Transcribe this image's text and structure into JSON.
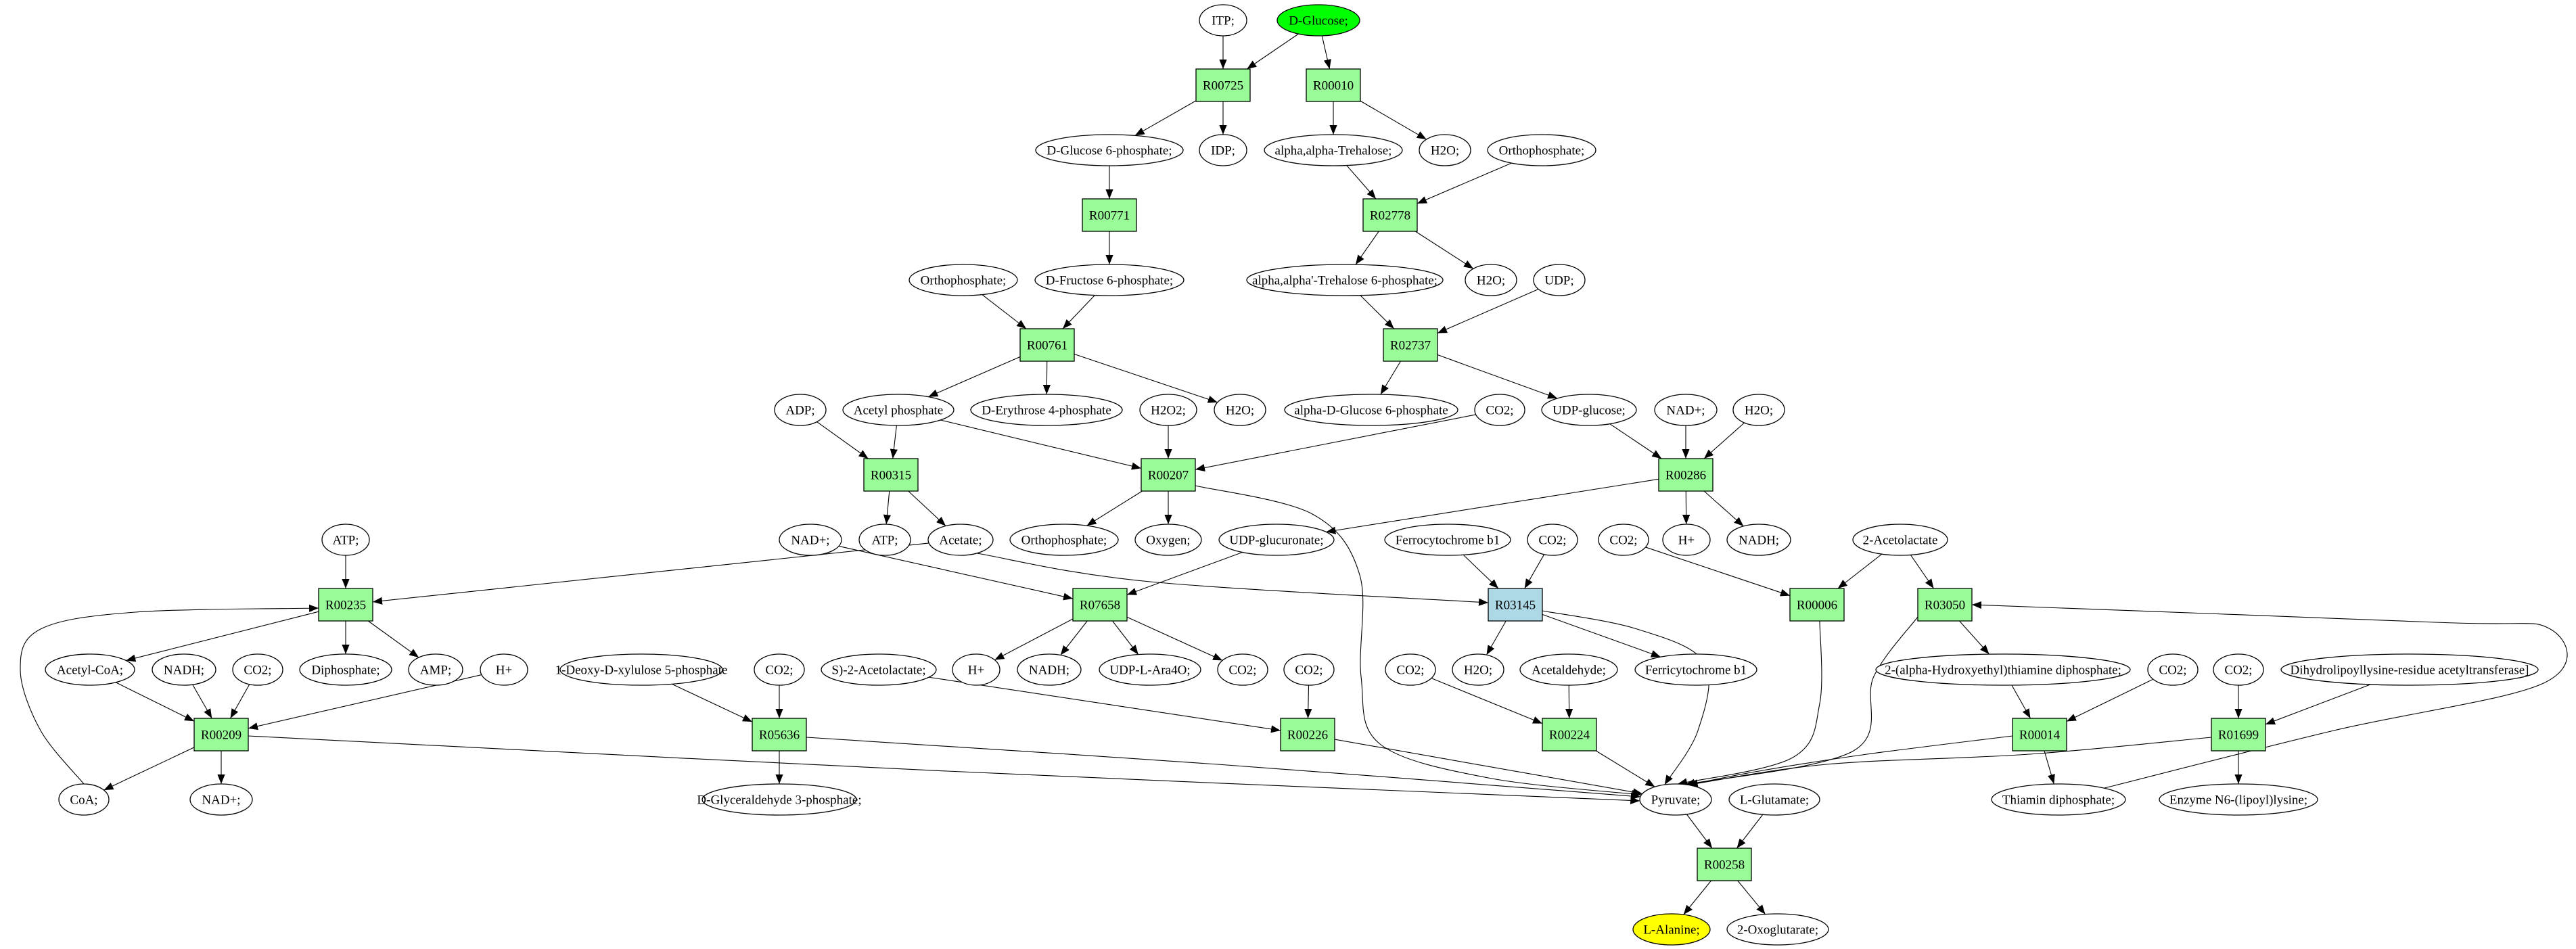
{
  "diagram": {
    "type": "metabolic-pathway-graph",
    "colors": {
      "reaction_fill": "#98FB98",
      "reaction_highlight_fill": "#ADD8E6",
      "compound_fill": "#FFFFFF",
      "source_fill": "#00FF00",
      "target_fill": "#FFFF00",
      "stroke": "#000000"
    },
    "nodes": [
      {
        "id": "itp",
        "label": "ITP;",
        "kind": "compound"
      },
      {
        "id": "dglucose",
        "label": "D-Glucose;",
        "kind": "source"
      },
      {
        "id": "R00725",
        "label": "R00725",
        "kind": "reaction"
      },
      {
        "id": "R00010",
        "label": "R00010",
        "kind": "reaction"
      },
      {
        "id": "dg6p",
        "label": "D-Glucose 6-phosphate;",
        "kind": "compound"
      },
      {
        "id": "idp",
        "label": "IDP;",
        "kind": "compound"
      },
      {
        "id": "trehalose",
        "label": "alpha,alpha-Trehalose;",
        "kind": "compound"
      },
      {
        "id": "h2o_1",
        "label": "H2O;",
        "kind": "compound"
      },
      {
        "id": "ortho_1",
        "label": "Orthophosphate;",
        "kind": "compound"
      },
      {
        "id": "R00771",
        "label": "R00771",
        "kind": "reaction"
      },
      {
        "id": "R02778",
        "label": "R02778",
        "kind": "reaction"
      },
      {
        "id": "ortho_2",
        "label": "Orthophosphate;",
        "kind": "compound"
      },
      {
        "id": "df6p",
        "label": "D-Fructose 6-phosphate;",
        "kind": "compound"
      },
      {
        "id": "tre6p",
        "label": "alpha,alpha'-Trehalose 6-phosphate;",
        "kind": "compound"
      },
      {
        "id": "h2o_2",
        "label": "H2O;",
        "kind": "compound"
      },
      {
        "id": "udp",
        "label": "UDP;",
        "kind": "compound"
      },
      {
        "id": "R00761",
        "label": "R00761",
        "kind": "reaction"
      },
      {
        "id": "R02737",
        "label": "R02737",
        "kind": "reaction"
      },
      {
        "id": "adp",
        "label": "ADP;",
        "kind": "compound"
      },
      {
        "id": "acetylp",
        "label": "Acetyl phosphate",
        "kind": "compound"
      },
      {
        "id": "de4p",
        "label": "D-Erythrose 4-phosphate",
        "kind": "compound"
      },
      {
        "id": "h2o2",
        "label": "H2O2;",
        "kind": "compound"
      },
      {
        "id": "h2o_3",
        "label": "H2O;",
        "kind": "compound"
      },
      {
        "id": "adg6p",
        "label": "alpha-D-Glucose 6-phosphate",
        "kind": "compound"
      },
      {
        "id": "co2_1",
        "label": "CO2;",
        "kind": "compound"
      },
      {
        "id": "udpglc",
        "label": "UDP-glucose;",
        "kind": "compound"
      },
      {
        "id": "nadp_1",
        "label": "NAD+;",
        "kind": "compound"
      },
      {
        "id": "h2o_4",
        "label": "H2O;",
        "kind": "compound"
      },
      {
        "id": "R00315",
        "label": "R00315",
        "kind": "reaction"
      },
      {
        "id": "R00207",
        "label": "R00207",
        "kind": "reaction"
      },
      {
        "id": "R00286",
        "label": "R00286",
        "kind": "reaction"
      },
      {
        "id": "atp_1",
        "label": "ATP;",
        "kind": "compound"
      },
      {
        "id": "nadp_2",
        "label": "NAD+;",
        "kind": "compound"
      },
      {
        "id": "atp_2",
        "label": "ATP;",
        "kind": "compound"
      },
      {
        "id": "acetate",
        "label": "Acetate;",
        "kind": "compound"
      },
      {
        "id": "ortho_3",
        "label": "Orthophosphate;",
        "kind": "compound"
      },
      {
        "id": "oxygen",
        "label": "Oxygen;",
        "kind": "compound"
      },
      {
        "id": "udpglcA",
        "label": "UDP-glucuronate;",
        "kind": "compound"
      },
      {
        "id": "ferrocyt",
        "label": "Ferrocytochrome b1",
        "kind": "compound"
      },
      {
        "id": "co2_2",
        "label": "CO2;",
        "kind": "compound"
      },
      {
        "id": "co2_3",
        "label": "CO2;",
        "kind": "compound"
      },
      {
        "id": "hplus_1",
        "label": "H+",
        "kind": "compound"
      },
      {
        "id": "nadh_1",
        "label": "NADH;",
        "kind": "compound"
      },
      {
        "id": "acetolac",
        "label": "2-Acetolactate",
        "kind": "compound"
      },
      {
        "id": "R00235",
        "label": "R00235",
        "kind": "reaction"
      },
      {
        "id": "R07658",
        "label": "R07658",
        "kind": "reaction"
      },
      {
        "id": "R03145",
        "label": "R03145",
        "kind": "reaction_highlight"
      },
      {
        "id": "R00006",
        "label": "R00006",
        "kind": "reaction"
      },
      {
        "id": "R03050",
        "label": "R03050",
        "kind": "reaction"
      },
      {
        "id": "acetylcoa",
        "label": "Acetyl-CoA;",
        "kind": "compound"
      },
      {
        "id": "nadh_2",
        "label": "NADH;",
        "kind": "compound"
      },
      {
        "id": "co2_4",
        "label": "CO2;",
        "kind": "compound"
      },
      {
        "id": "diphos",
        "label": "Diphosphate;",
        "kind": "compound"
      },
      {
        "id": "amp",
        "label": "AMP;",
        "kind": "compound"
      },
      {
        "id": "hplus_2",
        "label": "H+",
        "kind": "compound"
      },
      {
        "id": "dxp",
        "label": "1-Deoxy-D-xylulose 5-phosphate",
        "kind": "compound"
      },
      {
        "id": "co2_5",
        "label": "CO2;",
        "kind": "compound"
      },
      {
        "id": "sacetolac",
        "label": "S)-2-Acetolactate;",
        "kind": "compound"
      },
      {
        "id": "hplus_3",
        "label": "H+",
        "kind": "compound"
      },
      {
        "id": "nadh_3",
        "label": "NADH;",
        "kind": "compound"
      },
      {
        "id": "udpara",
        "label": "UDP-L-Ara4O;",
        "kind": "compound"
      },
      {
        "id": "co2_6",
        "label": "CO2;",
        "kind": "compound"
      },
      {
        "id": "co2_7",
        "label": "CO2;",
        "kind": "compound"
      },
      {
        "id": "co2_8",
        "label": "CO2;",
        "kind": "compound"
      },
      {
        "id": "h2o_5",
        "label": "H2O;",
        "kind": "compound"
      },
      {
        "id": "acetald",
        "label": "Acetaldehyde;",
        "kind": "compound"
      },
      {
        "id": "ferricyt",
        "label": "Ferricytochrome b1",
        "kind": "compound"
      },
      {
        "id": "hetpp",
        "label": "2-(alpha-Hydroxyethyl)thiamine diphosphate;",
        "kind": "compound"
      },
      {
        "id": "co2_9",
        "label": "CO2;",
        "kind": "compound"
      },
      {
        "id": "co2_10",
        "label": "CO2;",
        "kind": "compound"
      },
      {
        "id": "dihydro",
        "label": "Dihydrolipoyllysine-residue acetyltransferase]",
        "kind": "compound"
      },
      {
        "id": "R00209",
        "label": "R00209",
        "kind": "reaction"
      },
      {
        "id": "R05636",
        "label": "R05636",
        "kind": "reaction"
      },
      {
        "id": "R00226",
        "label": "R00226",
        "kind": "reaction"
      },
      {
        "id": "R00224",
        "label": "R00224",
        "kind": "reaction"
      },
      {
        "id": "R00014",
        "label": "R00014",
        "kind": "reaction"
      },
      {
        "id": "R01699",
        "label": "R01699",
        "kind": "reaction"
      },
      {
        "id": "coa",
        "label": "CoA;",
        "kind": "compound"
      },
      {
        "id": "nadp_3",
        "label": "NAD+;",
        "kind": "compound"
      },
      {
        "id": "gap",
        "label": "D-Glyceraldehyde 3-phosphate;",
        "kind": "compound"
      },
      {
        "id": "pyruvate",
        "label": "Pyruvate;",
        "kind": "compound"
      },
      {
        "id": "glutamate",
        "label": "L-Glutamate;",
        "kind": "compound"
      },
      {
        "id": "thiamin",
        "label": "Thiamin diphosphate;",
        "kind": "compound"
      },
      {
        "id": "enzn6",
        "label": "Enzyme N6-(lipoyl)lysine;",
        "kind": "compound"
      },
      {
        "id": "R00258",
        "label": "R00258",
        "kind": "reaction"
      },
      {
        "id": "alanine",
        "label": "L-Alanine;",
        "kind": "target"
      },
      {
        "id": "oxoglut",
        "label": "2-Oxoglutarate;",
        "kind": "compound"
      }
    ],
    "edges": [
      [
        "itp",
        "R00725"
      ],
      [
        "dglucose",
        "R00725"
      ],
      [
        "dglucose",
        "R00010"
      ],
      [
        "R00725",
        "dg6p"
      ],
      [
        "R00725",
        "idp"
      ],
      [
        "R00010",
        "trehalose"
      ],
      [
        "R00010",
        "h2o_1"
      ],
      [
        "dg6p",
        "R00771"
      ],
      [
        "trehalose",
        "R02778"
      ],
      [
        "ortho_1",
        "R02778"
      ],
      [
        "R00771",
        "df6p"
      ],
      [
        "R02778",
        "tre6p"
      ],
      [
        "R02778",
        "h2o_2"
      ],
      [
        "ortho_2",
        "R00761"
      ],
      [
        "df6p",
        "R00761"
      ],
      [
        "tre6p",
        "R02737"
      ],
      [
        "udp",
        "R02737"
      ],
      [
        "R00761",
        "acetylp"
      ],
      [
        "R00761",
        "de4p"
      ],
      [
        "R00761",
        "h2o_3"
      ],
      [
        "R02737",
        "adg6p"
      ],
      [
        "R02737",
        "udpglc"
      ],
      [
        "adp",
        "R00315"
      ],
      [
        "acetylp",
        "R00315"
      ],
      [
        "acetylp",
        "R00207"
      ],
      [
        "h2o2",
        "R00207"
      ],
      [
        "co2_1",
        "R00207"
      ],
      [
        "udpglc",
        "R00286"
      ],
      [
        "nadp_1",
        "R00286"
      ],
      [
        "h2o_4",
        "R00286"
      ],
      [
        "R00315",
        "atp_2"
      ],
      [
        "R00315",
        "acetate"
      ],
      [
        "R00207",
        "ortho_3"
      ],
      [
        "R00207",
        "oxygen"
      ],
      [
        "R00207",
        "pyruvate"
      ],
      [
        "R00286",
        "udpglcA"
      ],
      [
        "R00286",
        "hplus_1"
      ],
      [
        "R00286",
        "nadh_1"
      ],
      [
        "atp_1",
        "R00235"
      ],
      [
        "acetate",
        "R00235"
      ],
      [
        "acetate",
        "R03145"
      ],
      [
        "nadp_2",
        "R07658"
      ],
      [
        "udpglcA",
        "R07658"
      ],
      [
        "ferrocyt",
        "R03145"
      ],
      [
        "co2_2",
        "R03145"
      ],
      [
        "co2_3",
        "R00006"
      ],
      [
        "acetolac",
        "R00006"
      ],
      [
        "acetolac",
        "R03050"
      ],
      [
        "R00235",
        "acetylcoa"
      ],
      [
        "R00235",
        "diphos"
      ],
      [
        "R00235",
        "amp"
      ],
      [
        "coa",
        "R00235"
      ],
      [
        "R07658",
        "hplus_3"
      ],
      [
        "R07658",
        "nadh_3"
      ],
      [
        "R07658",
        "udpara"
      ],
      [
        "R07658",
        "co2_7"
      ],
      [
        "R03145",
        "h2o_5"
      ],
      [
        "R03145",
        "ferricyt"
      ],
      [
        "R03145",
        "pyruvate"
      ],
      [
        "R00006",
        "pyruvate"
      ],
      [
        "R03050",
        "pyruvate"
      ],
      [
        "R03050",
        "hetpp"
      ],
      [
        "thiamin",
        "R03050"
      ],
      [
        "acetylcoa",
        "R00209"
      ],
      [
        "nadh_2",
        "R00209"
      ],
      [
        "co2_4",
        "R00209"
      ],
      [
        "hplus_2",
        "R00209"
      ],
      [
        "dxp",
        "R05636"
      ],
      [
        "co2_5",
        "R05636"
      ],
      [
        "sacetolac",
        "R00226"
      ],
      [
        "co2_8",
        "R00226"
      ],
      [
        "co2_6",
        "R00224"
      ],
      [
        "acetald",
        "R00224"
      ],
      [
        "hetpp",
        "R00014"
      ],
      [
        "co2_9",
        "R00014"
      ],
      [
        "co2_10",
        "R01699"
      ],
      [
        "dihydro",
        "R01699"
      ],
      [
        "R00209",
        "coa"
      ],
      [
        "R00209",
        "nadp_3"
      ],
      [
        "R00209",
        "pyruvate"
      ],
      [
        "R05636",
        "gap"
      ],
      [
        "R05636",
        "pyruvate"
      ],
      [
        "R00226",
        "pyruvate"
      ],
      [
        "R00224",
        "pyruvate"
      ],
      [
        "R00014",
        "pyruvate"
      ],
      [
        "R00014",
        "thiamin"
      ],
      [
        "R01699",
        "pyruvate"
      ],
      [
        "R01699",
        "enzn6"
      ],
      [
        "pyruvate",
        "R00258"
      ],
      [
        "glutamate",
        "R00258"
      ],
      [
        "R00258",
        "alanine"
      ],
      [
        "R00258",
        "oxoglut"
      ]
    ]
  }
}
